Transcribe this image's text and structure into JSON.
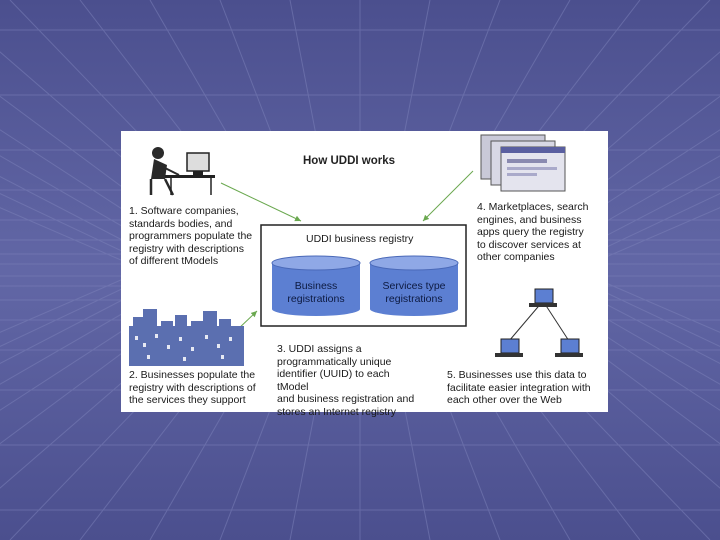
{
  "diagram": {
    "title": "How UDDI works",
    "registry_title": "UDDI business registry",
    "cylinders": [
      {
        "label": "Business\nregistrations"
      },
      {
        "label": "Services type\nregistrations"
      }
    ],
    "steps": [
      "1. Software companies,\nstandards bodies, and\nprogrammers populate the\nregistry with descriptions\nof different tModels",
      "2. Businesses populate the\nregistry with descriptions of\nthe services they support",
      "3. UDDI assigns a\nprogrammatically unique\nidentifier (UUID) to each tModel\nand business registration and\nstores an Internet registry",
      "4. Marketplaces, search\nengines, and business\napps query the registry\nto discover services at\nother companies",
      "5. Businesses use this data to\nfacilitate easier integration with\neach other over the Web"
    ]
  },
  "colors": {
    "background": "#5a5f9c",
    "cylinder_fill": "#5c7fd2",
    "cylinder_top": "#8fa8e6",
    "arrow": "#6aa84f"
  }
}
